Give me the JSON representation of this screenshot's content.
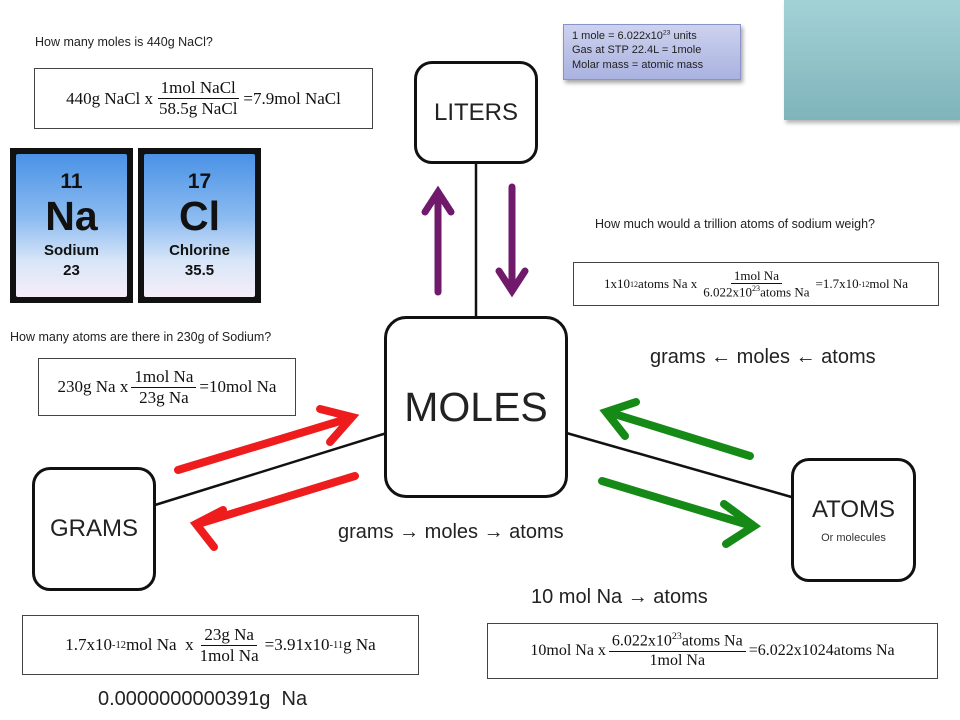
{
  "notes": [
    "1 mole = 6.022x10",
    "23",
    " units",
    "Gas at STP 22.4L = 1mole",
    "Molar mass = atomic mass"
  ],
  "questions": {
    "q1": "How many moles is 440g NaCl?",
    "q2": "How many atoms are there in 230g of Sodium?",
    "q3": "How much would a trillion atoms of sodium weigh?"
  },
  "nodes": {
    "liters": "LITERS",
    "moles": "MOLES",
    "grams": "GRAMS",
    "atoms": "ATOMS",
    "atoms_sub": "Or molecules"
  },
  "elements": [
    {
      "number": "11",
      "symbol": "Na",
      "name": "Sodium",
      "mass": "23"
    },
    {
      "number": "17",
      "symbol": "Cl",
      "name": "Chlorine",
      "mass": "35.5"
    }
  ],
  "flows": {
    "reverse": "grams ← moles ← atoms",
    "forward": "grams → moles → atoms",
    "mol_to_atoms": "10 mol Na → atoms"
  },
  "eq1": {
    "lead": "440g NaCl x",
    "num": "1mol NaCl",
    "den": "58.5g NaCl",
    "result": "=7.9mol NaCl"
  },
  "eq2": {
    "lead": "230g Na x",
    "num": "1mol Na",
    "den": "23g Na",
    "result": "=10mol Na"
  },
  "eq3": {
    "lead_a": "1x10",
    "lead_exp": "12",
    "lead_b": "atoms Na x",
    "num": "1mol Na",
    "den_a": "6.022x10",
    "den_exp": "23",
    "den_b": "atoms Na",
    "result_a": "=1.7x10",
    "result_exp": "-12",
    "result_b": "mol Na"
  },
  "eq4": {
    "lead_a": "1.7x10",
    "lead_exp": "-12",
    "lead_b": "mol Na  x",
    "num": "23g Na",
    "den": "1mol Na",
    "result_a": "=3.91x10",
    "result_exp": "-11",
    "result_b": "g Na"
  },
  "eq5": {
    "lead": "10mol Na x",
    "num_a": "6.022x10",
    "num_exp": "23",
    "num_b": "atoms Na",
    "den": "1mol Na",
    "result": "=6.022x1024atoms Na"
  },
  "answer": "0.0000000000391g  Na",
  "colors": {
    "purple": "#6f1a6b",
    "red": "#ee1c1c",
    "green": "#168a16",
    "note_bg": "#b8bfe6",
    "teal": "#8fc4c9"
  }
}
